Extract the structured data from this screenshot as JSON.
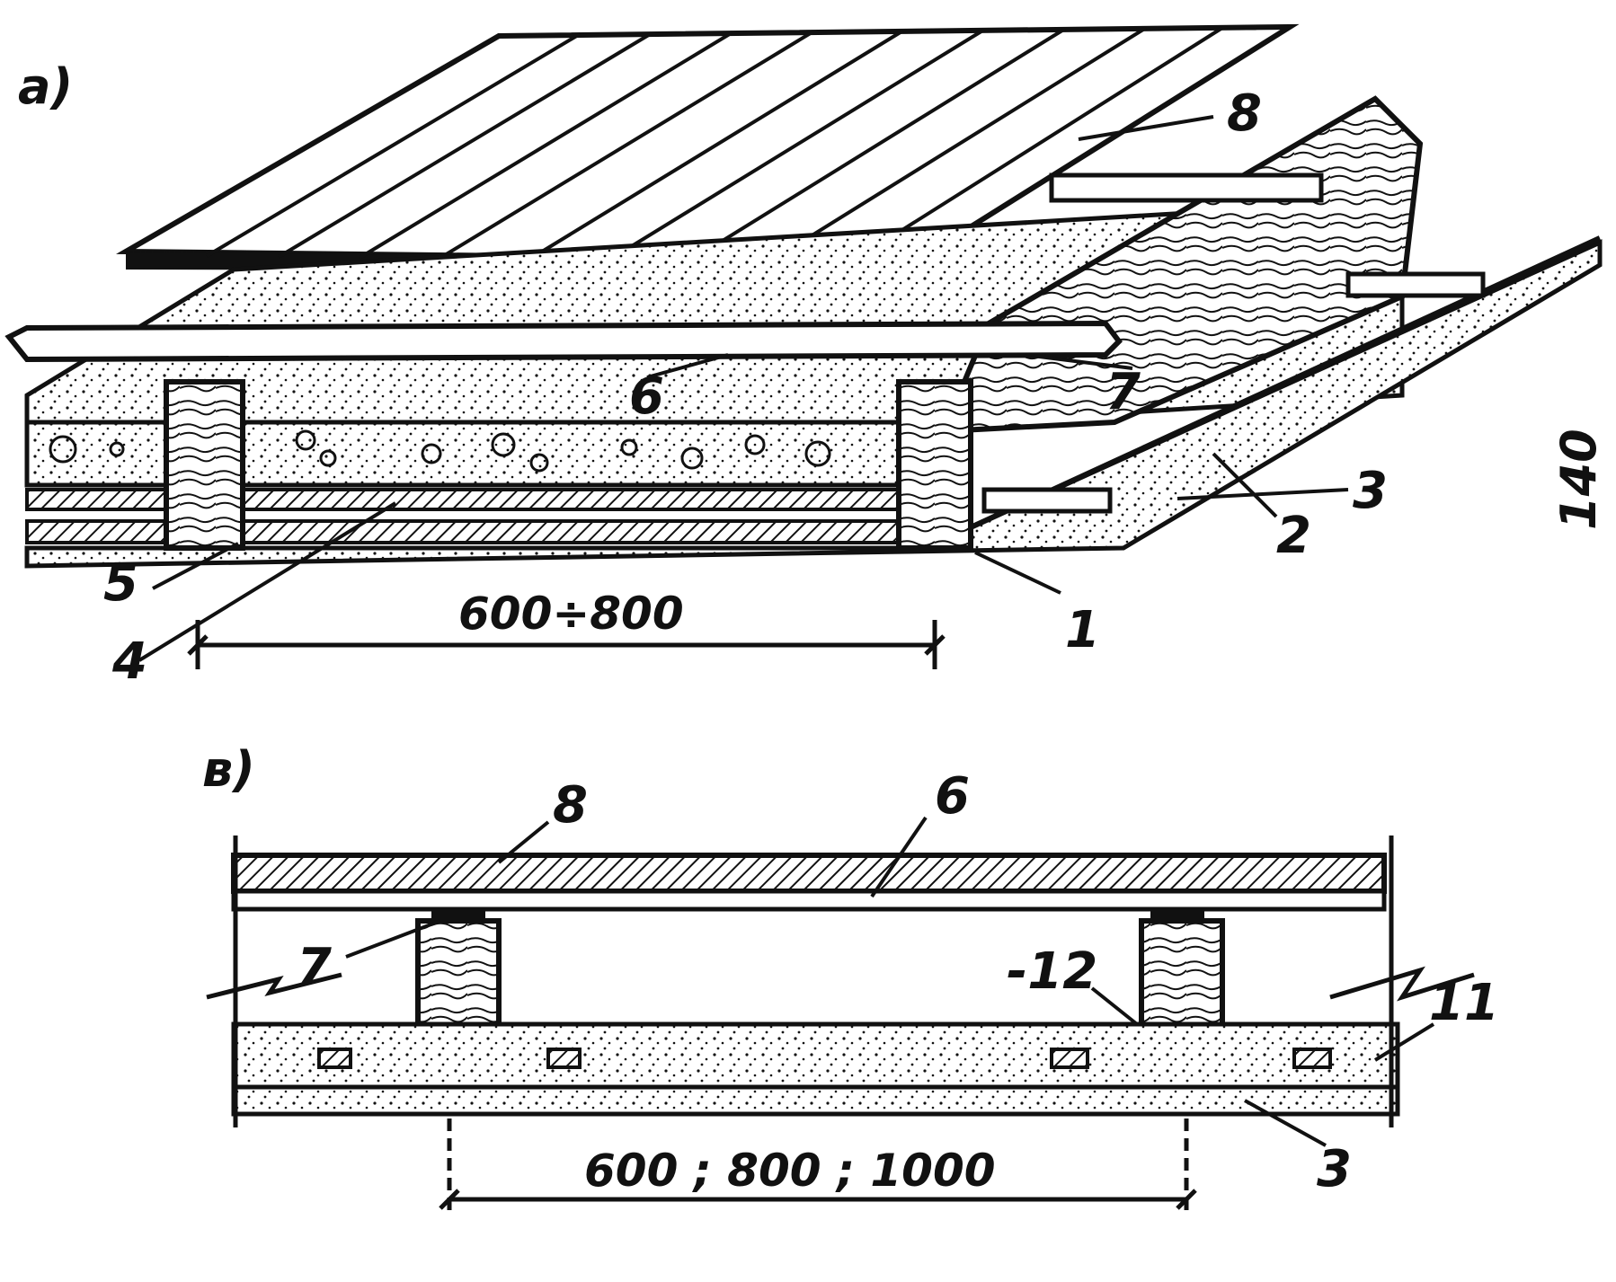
{
  "figure": {
    "panel_a": {
      "label": "a)",
      "dimension": "600÷800",
      "callouts": [
        "1",
        "2",
        "3",
        "4",
        "5",
        "6",
        "7",
        "8"
      ],
      "side_number": "140"
    },
    "panel_b": {
      "label": "в)",
      "dimension": "600 ; 800 ; 1000",
      "callouts": [
        "8",
        "6",
        "7",
        "-12",
        "11",
        "3"
      ]
    }
  },
  "colors": {
    "ink": "#111111",
    "paper": "#ffffff"
  }
}
